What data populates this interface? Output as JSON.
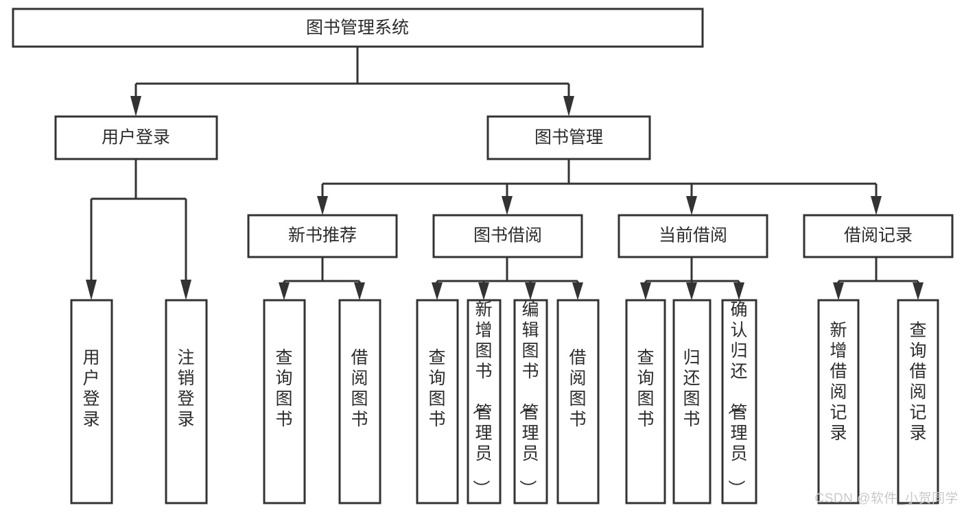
{
  "diagram": {
    "type": "tree-hierarchy",
    "title": "图书管理系统",
    "root": {
      "id": "root",
      "label": "图书管理系统",
      "orientation": "horizontal"
    },
    "level2": [
      {
        "id": "user-login",
        "label": "用户登录",
        "orientation": "horizontal"
      },
      {
        "id": "book-manage",
        "label": "图书管理",
        "orientation": "horizontal"
      }
    ],
    "level3": [
      {
        "id": "new-book-recommend",
        "label": "新书推荐",
        "orientation": "horizontal",
        "parent": "book-manage"
      },
      {
        "id": "book-borrow",
        "label": "图书借阅",
        "orientation": "horizontal",
        "parent": "book-manage"
      },
      {
        "id": "current-borrow",
        "label": "当前借阅",
        "orientation": "horizontal",
        "parent": "book-manage"
      },
      {
        "id": "borrow-record",
        "label": "借阅记录",
        "orientation": "horizontal",
        "parent": "book-manage"
      }
    ],
    "leaves": [
      {
        "id": "leaf-user-login",
        "label": "用户登录",
        "parent": "user-login",
        "orientation": "vertical"
      },
      {
        "id": "leaf-user-logout",
        "label": "注销登录",
        "parent": "user-login",
        "orientation": "vertical"
      },
      {
        "id": "leaf-query-book-1",
        "label": "查询图书",
        "parent": "new-book-recommend",
        "orientation": "vertical"
      },
      {
        "id": "leaf-borrow-book-1",
        "label": "借阅图书",
        "parent": "new-book-recommend",
        "orientation": "vertical"
      },
      {
        "id": "leaf-query-book-2",
        "label": "查询图书",
        "parent": "book-borrow",
        "orientation": "vertical"
      },
      {
        "id": "leaf-add-book",
        "label": "新增图书（管理员）",
        "parent": "book-borrow",
        "orientation": "vertical"
      },
      {
        "id": "leaf-edit-book",
        "label": "编辑图书（管理员）",
        "parent": "book-borrow",
        "orientation": "vertical"
      },
      {
        "id": "leaf-borrow-book-2",
        "label": "借阅图书",
        "parent": "book-borrow",
        "orientation": "vertical"
      },
      {
        "id": "leaf-query-book-3",
        "label": "查询图书",
        "parent": "current-borrow",
        "orientation": "vertical"
      },
      {
        "id": "leaf-return-book",
        "label": "归还图书",
        "parent": "current-borrow",
        "orientation": "vertical"
      },
      {
        "id": "leaf-confirm-return",
        "label": "确认归还（管理员）",
        "parent": "current-borrow",
        "orientation": "vertical"
      },
      {
        "id": "leaf-add-record",
        "label": "新增借阅记录",
        "parent": "borrow-record",
        "orientation": "vertical"
      },
      {
        "id": "leaf-query-record",
        "label": "查询借阅记录",
        "parent": "borrow-record",
        "orientation": "vertical"
      }
    ],
    "colors": {
      "box_fill": "#ffffff",
      "box_stroke": "#333333",
      "text": "#2b2b2b",
      "background": "#ffffff",
      "watermark": "#c9c9c9"
    }
  },
  "watermark": {
    "text": "CSDN @软件_小贺同学"
  }
}
